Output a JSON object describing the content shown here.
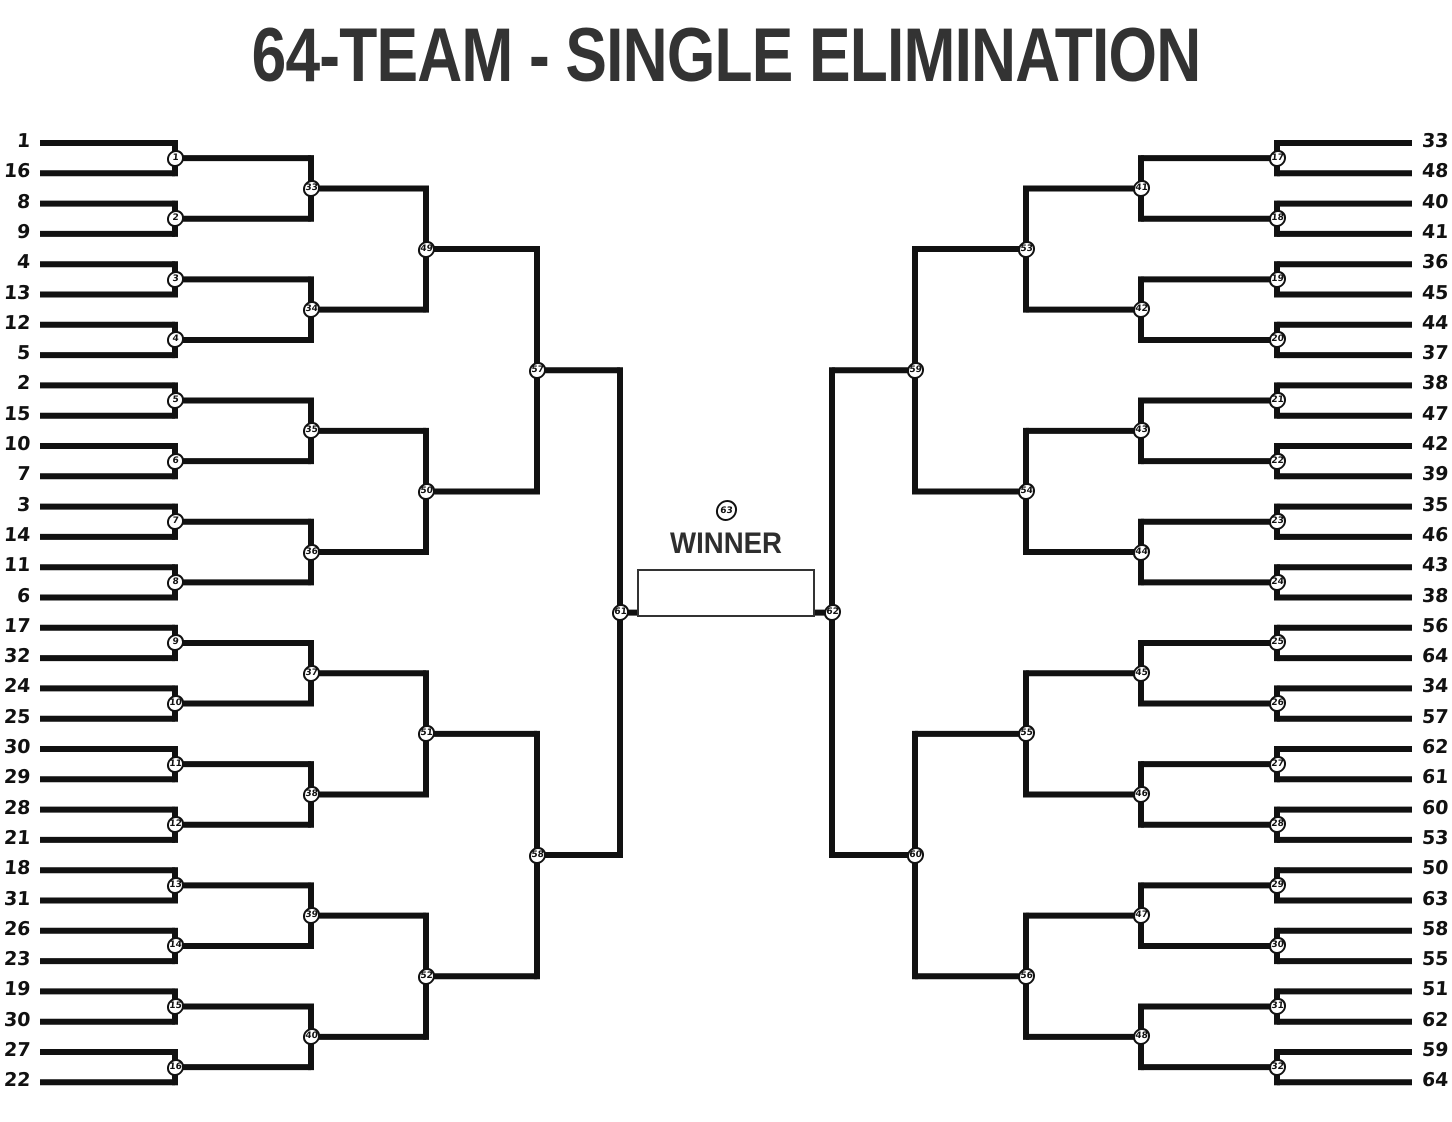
{
  "title": "64-TEAM - SINGLE ELIMINATION",
  "winner": {
    "label": "WINNER",
    "game_number": "63",
    "value": ""
  },
  "colors": {
    "line": "#111111",
    "title": "#333333",
    "background": "#ffffff"
  },
  "layout": {
    "side_label_rounds": 1,
    "rounds_per_side": 6,
    "total_teams": 64,
    "total_games": 63
  },
  "left": {
    "seeds": [
      "1",
      "16",
      "8",
      "9",
      "4",
      "13",
      "12",
      "5",
      "2",
      "15",
      "10",
      "7",
      "3",
      "14",
      "11",
      "6",
      "17",
      "32",
      "24",
      "25",
      "30",
      "29",
      "28",
      "21",
      "18",
      "31",
      "26",
      "23",
      "19",
      "30",
      "27",
      "22"
    ],
    "round1_games": [
      "1",
      "2",
      "3",
      "4",
      "5",
      "6",
      "7",
      "8",
      "9",
      "10",
      "11",
      "12",
      "13",
      "14",
      "15",
      "16"
    ],
    "round2_games": [
      "33",
      "34",
      "35",
      "36",
      "37",
      "38",
      "39",
      "40"
    ],
    "round3_games": [
      "49",
      "50",
      "51",
      "52"
    ],
    "round4_games": [
      "57",
      "58"
    ],
    "round5_games": [
      "61"
    ]
  },
  "right": {
    "seeds": [
      "33",
      "48",
      "40",
      "41",
      "36",
      "45",
      "44",
      "37",
      "38",
      "47",
      "42",
      "39",
      "35",
      "46",
      "43",
      "38",
      "56",
      "64",
      "34",
      "57",
      "62",
      "61",
      "60",
      "53",
      "50",
      "63",
      "58",
      "55",
      "51",
      "62",
      "59",
      "64"
    ],
    "round1_games": [
      "17",
      "18",
      "19",
      "20",
      "21",
      "22",
      "23",
      "24",
      "25",
      "26",
      "27",
      "28",
      "29",
      "30",
      "31",
      "32"
    ],
    "round2_games": [
      "41",
      "42",
      "43",
      "44",
      "45",
      "46",
      "47",
      "48"
    ],
    "round3_games": [
      "53",
      "54",
      "55",
      "56"
    ],
    "round4_games": [
      "59",
      "60"
    ],
    "round5_games": [
      "62"
    ]
  }
}
